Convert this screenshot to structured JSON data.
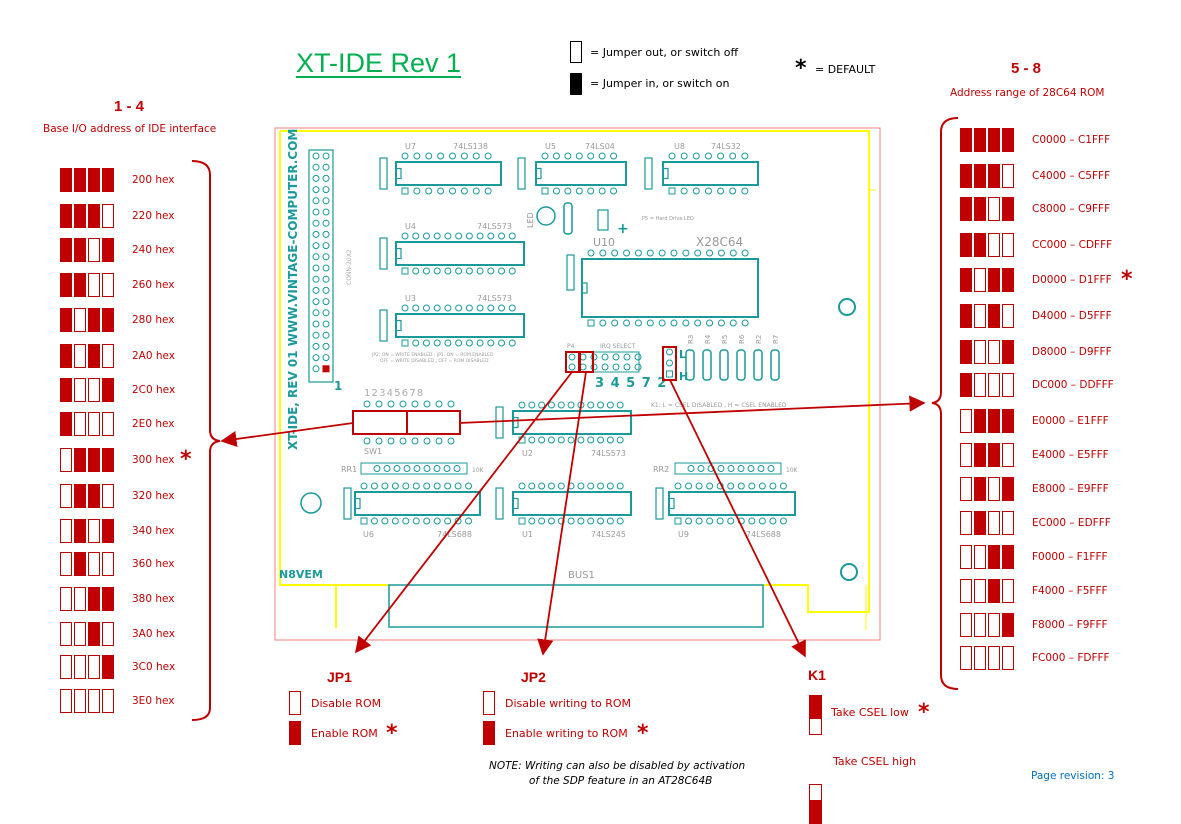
{
  "header": {
    "title": "XT-IDE  Rev 1",
    "legend": {
      "off_label": "= Jumper out, or switch off",
      "on_label": "= Jumper in, or switch on",
      "default_label": "= DEFAULT",
      "default_symbol": "*"
    }
  },
  "colors": {
    "accent": "#c00000",
    "title": "#00b050",
    "pcb_trace": "#1a9a9a",
    "board_outline": "#ffff00",
    "board_edge": "#f08080",
    "revision": "#0070c0"
  },
  "io_section": {
    "number": "1 - 4",
    "subtitle": "Base I/O address of IDE interface",
    "default_index": 8,
    "rows": [
      {
        "label": "200 hex",
        "switches": [
          1,
          1,
          1,
          1
        ]
      },
      {
        "label": "220 hex",
        "switches": [
          1,
          1,
          1,
          0
        ]
      },
      {
        "label": "240 hex",
        "switches": [
          1,
          1,
          0,
          1
        ]
      },
      {
        "label": "260 hex",
        "switches": [
          1,
          1,
          0,
          0
        ]
      },
      {
        "label": "280 hex",
        "switches": [
          1,
          0,
          1,
          1
        ]
      },
      {
        "label": "2A0 hex",
        "switches": [
          1,
          0,
          1,
          0
        ]
      },
      {
        "label": "2C0 hex",
        "switches": [
          1,
          0,
          0,
          1
        ]
      },
      {
        "label": "2E0 hex",
        "switches": [
          1,
          0,
          0,
          0
        ]
      },
      {
        "label": "300 hex",
        "switches": [
          0,
          1,
          1,
          1
        ]
      },
      {
        "label": "320 hex",
        "switches": [
          0,
          1,
          1,
          0
        ]
      },
      {
        "label": "340 hex",
        "switches": [
          0,
          1,
          0,
          1
        ]
      },
      {
        "label": "360 hex",
        "switches": [
          0,
          1,
          0,
          0
        ]
      },
      {
        "label": "380 hex",
        "switches": [
          0,
          0,
          1,
          1
        ]
      },
      {
        "label": "3A0 hex",
        "switches": [
          0,
          0,
          1,
          0
        ]
      },
      {
        "label": "3C0 hex",
        "switches": [
          0,
          0,
          0,
          1
        ]
      },
      {
        "label": "3E0 hex",
        "switches": [
          0,
          0,
          0,
          0
        ]
      }
    ]
  },
  "rom_section": {
    "number": "5 - 8",
    "subtitle": "Address range of 28C64 ROM",
    "default_index": 4,
    "rows": [
      {
        "label": "C0000 – C1FFF",
        "switches": [
          1,
          1,
          1,
          1
        ]
      },
      {
        "label": "C4000 – C5FFF",
        "switches": [
          1,
          1,
          1,
          0
        ]
      },
      {
        "label": "C8000 – C9FFF",
        "switches": [
          1,
          1,
          0,
          1
        ]
      },
      {
        "label": "CC000 – CDFFF",
        "switches": [
          1,
          1,
          0,
          0
        ]
      },
      {
        "label": "D0000 – D1FFF",
        "switches": [
          1,
          0,
          1,
          1
        ]
      },
      {
        "label": "D4000 – D5FFF",
        "switches": [
          1,
          0,
          1,
          0
        ]
      },
      {
        "label": "D8000 – D9FFF",
        "switches": [
          1,
          0,
          0,
          1
        ]
      },
      {
        "label": "DC000 – DDFFF",
        "switches": [
          1,
          0,
          0,
          0
        ]
      },
      {
        "label": "E0000 – E1FFF",
        "switches": [
          0,
          1,
          1,
          1
        ]
      },
      {
        "label": "E4000 – E5FFF",
        "switches": [
          0,
          1,
          1,
          0
        ]
      },
      {
        "label": "E8000 – E9FFF",
        "switches": [
          0,
          1,
          0,
          1
        ]
      },
      {
        "label": "EC000 – EDFFF",
        "switches": [
          0,
          1,
          0,
          0
        ]
      },
      {
        "label": "F0000 – F1FFF",
        "switches": [
          0,
          0,
          1,
          1
        ]
      },
      {
        "label": "F4000 – F5FFF",
        "switches": [
          0,
          0,
          1,
          0
        ]
      },
      {
        "label": "F8000 – F9FFF",
        "switches": [
          0,
          0,
          0,
          1
        ]
      },
      {
        "label": "FC000 – FDFFF",
        "switches": [
          0,
          0,
          0,
          0
        ]
      }
    ]
  },
  "jp1": {
    "title": "JP1",
    "options": [
      {
        "label": "Disable ROM",
        "on": false,
        "default": false
      },
      {
        "label": "Enable ROM",
        "on": true,
        "default": true
      }
    ]
  },
  "jp2": {
    "title": "JP2",
    "options": [
      {
        "label": "Disable writing to ROM",
        "on": false,
        "default": false
      },
      {
        "label": "Enable writing to ROM",
        "on": true,
        "default": true
      }
    ],
    "note_line1": "NOTE:  Writing can also be disabled by activation",
    "note_line2": "of the SDP feature in an AT28C64B"
  },
  "k1": {
    "title": "K1",
    "options": [
      {
        "label": "Take CSEL low",
        "position": "top",
        "default": true
      },
      {
        "label": "Take CSEL high",
        "position": "bottom",
        "default": false
      }
    ]
  },
  "page_revision": "Page revision: 3",
  "pcb": {
    "side_text": "XT-IDE, REV 01 WWW.VINTAGE-COMPUTER.COM",
    "maker": "N8VEM",
    "connector_label": "CONN-20X2",
    "connector_pin1": "1",
    "switch_numbers": "12345678",
    "switch_name": "SW1",
    "irq_label": "IRQ SELECT",
    "irq_numbers": "3 4 5 7 2",
    "jumper_block": "P4",
    "k1_high": "H",
    "k1_low": "L",
    "k1_note": "K1: L = CSEL DISABLED , H = CSEL ENABLED",
    "jp_note1": "JP2: ON = WRITE ENABLED ; JP1: ON = ROM ENABLED",
    "jp_note2": "OFF = WRITE DISABLED ; OFF = ROM DISABLED",
    "p5_note": "P5 = Hard Drive LED",
    "bus_label": "BUS1",
    "led_label": "LED",
    "chips": [
      {
        "ref": "U7",
        "part": "74LS138"
      },
      {
        "ref": "U5",
        "part": "74LS04"
      },
      {
        "ref": "U8",
        "part": "74LS32"
      },
      {
        "ref": "U4",
        "part": "74LS573"
      },
      {
        "ref": "U3",
        "part": "74LS573"
      },
      {
        "ref": "U10",
        "part": "X28C64"
      },
      {
        "ref": "U2",
        "part": "74LS573"
      },
      {
        "ref": "U6",
        "part": "74LS688"
      },
      {
        "ref": "U1",
        "part": "74LS245"
      },
      {
        "ref": "U9",
        "part": "74LS688"
      }
    ],
    "resistor_packs": [
      {
        "ref": "RR1",
        "value": "10K"
      },
      {
        "ref": "RR2",
        "value": "10K"
      }
    ],
    "resistors": [
      "R3",
      "R4",
      "R5",
      "R6",
      "R2",
      "R7"
    ]
  }
}
